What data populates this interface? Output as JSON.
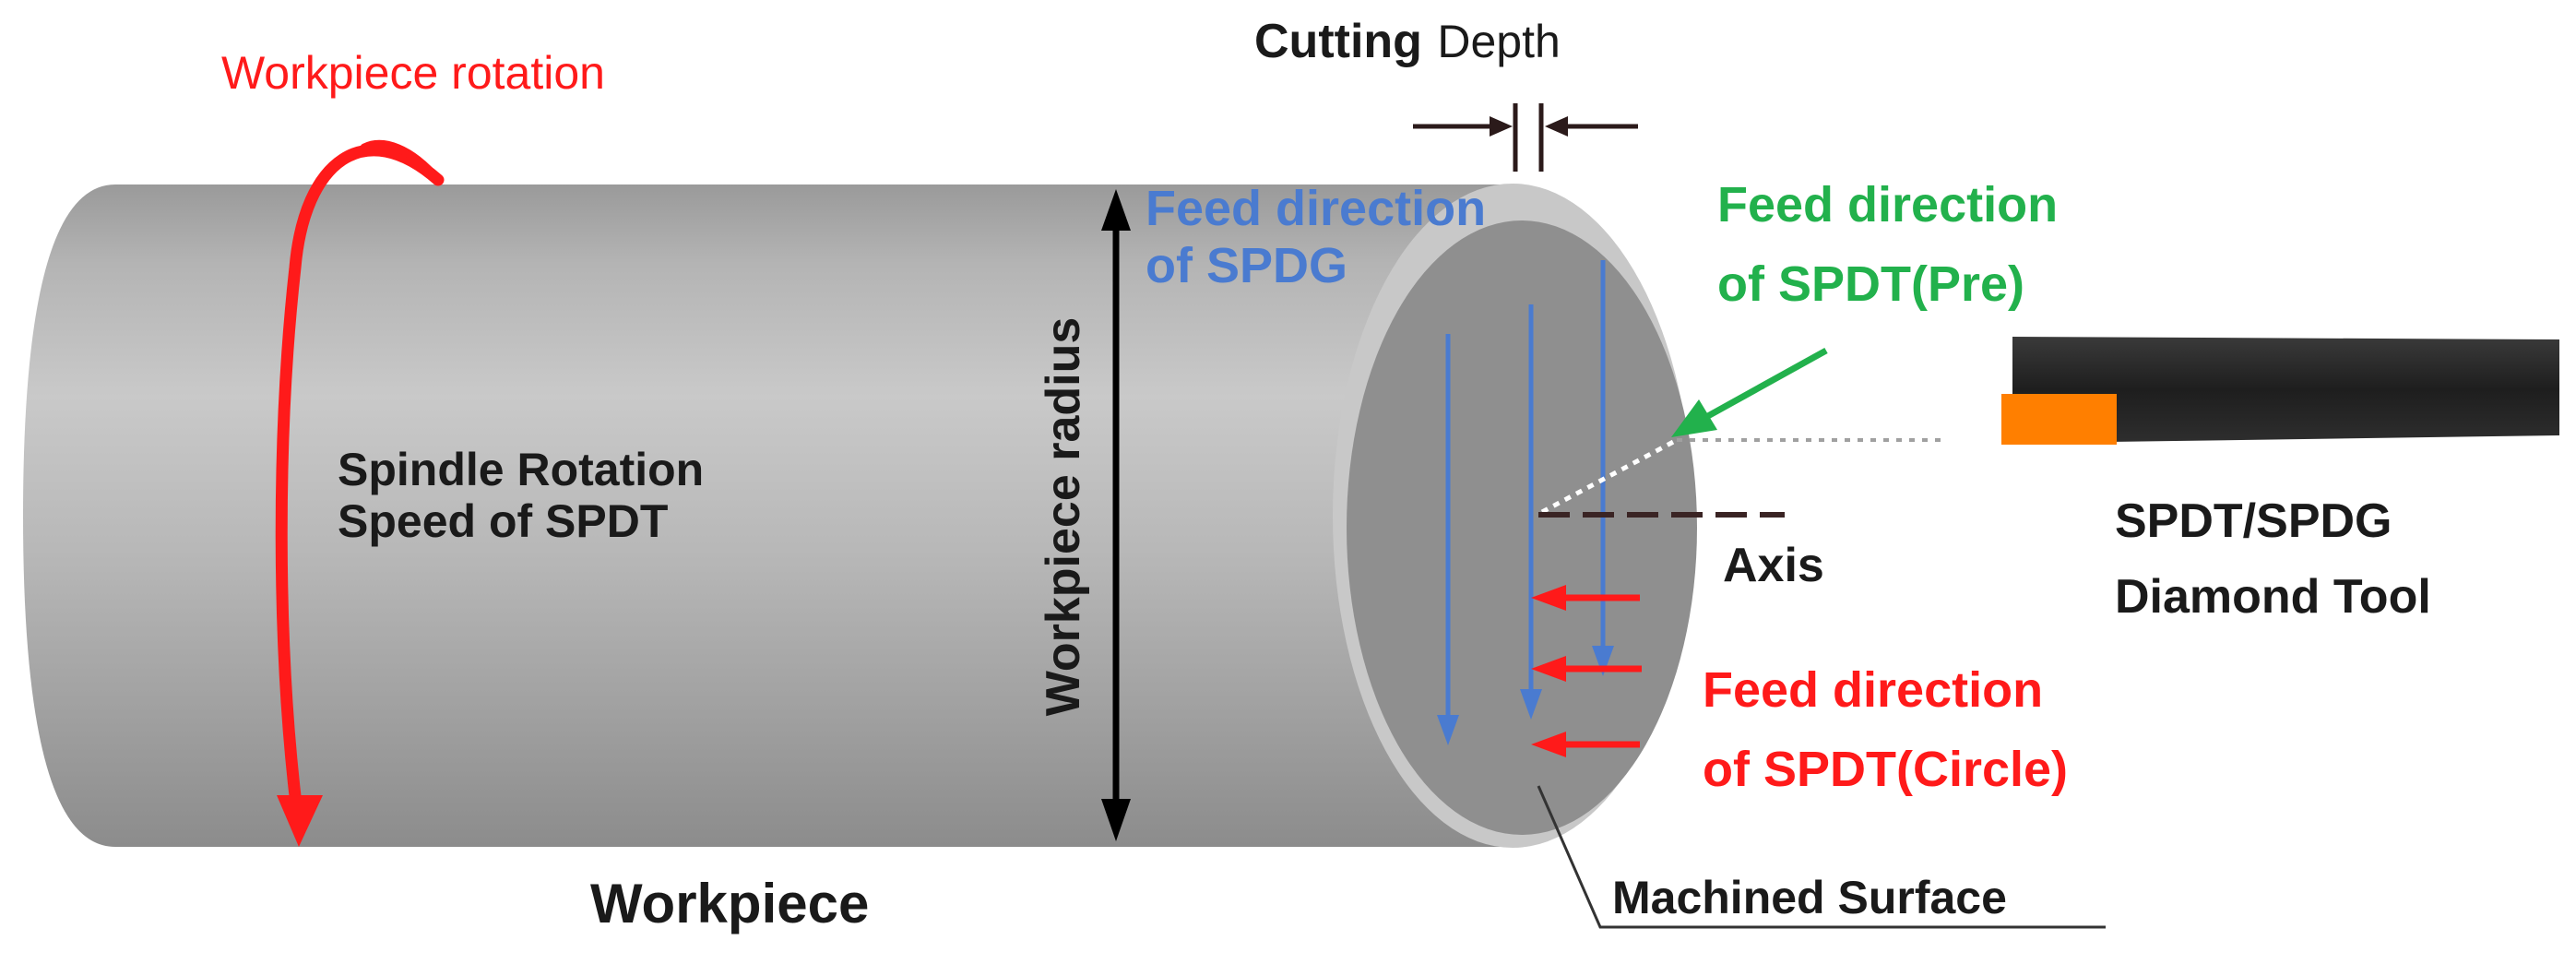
{
  "labels": {
    "workpiece_rotation": "Workpiece rotation",
    "cutting_depth_bold": "Cutting",
    "cutting_depth_rest": "Depth",
    "feed_spdg_1": "Feed direction",
    "feed_spdg_2": "of SPDG",
    "feed_spdt_pre_1": "Feed direction",
    "feed_spdt_pre_2": "of SPDT(Pre)",
    "spindle_1": "Spindle Rotation",
    "spindle_2": "Speed of SPDT",
    "workpiece_radius": "Workpiece radius",
    "axis": "Axis",
    "tool_1": "SPDT/SPDG",
    "tool_2": "Diamond Tool",
    "feed_spdt_circle_1": "Feed direction",
    "feed_spdt_circle_2": "of SPDT(Circle)",
    "workpiece": "Workpiece",
    "machined_surface": "Machined Surface"
  },
  "colors": {
    "red": "#ff1a1a",
    "blue": "#4a7bd0",
    "green": "#22b14c",
    "tool_orange": "#ff7f00",
    "tool_body": "#262626",
    "cylinder": "#a6a6a6"
  }
}
